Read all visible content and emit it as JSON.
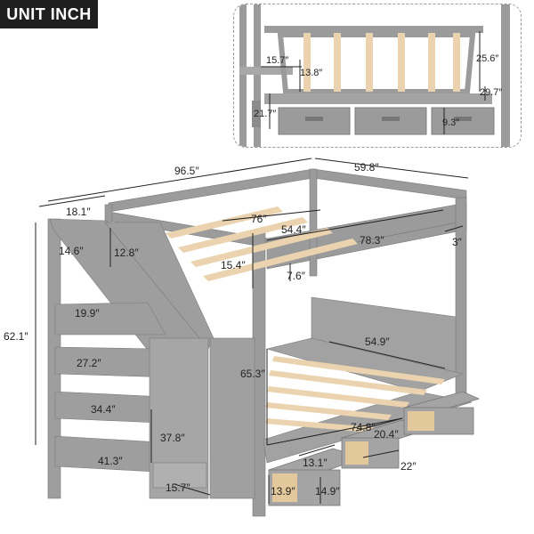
{
  "badge": {
    "label": "UNIT INCH"
  },
  "inset": {
    "dims": {
      "d_15_7": "15.7″",
      "d_13_8": "13.8″",
      "d_25_6": "25.6″",
      "d_29_7": "29.7″",
      "d_21_7": "21.7″",
      "d_9_3": "9.3″"
    }
  },
  "main": {
    "dims": {
      "d_96_5": "96.5″",
      "d_59_8": "59.8″",
      "d_18_1": "18.1″",
      "d_76": "76″",
      "d_54_4": "54.4″",
      "d_78_3": "78.3″",
      "d_3": "3″",
      "d_14_6": "14.6″",
      "d_12_8": "12.8″",
      "d_15_4": "15.4″",
      "d_7_6": "7.6″",
      "d_62_1": "62.1″",
      "d_19_9": "19.9″",
      "d_27_2": "27.2″",
      "d_34_4": "34.4″",
      "d_41_3": "41.3″",
      "d_37_8": "37.8″",
      "d_15_7b": "15.7″",
      "d_54_9": "54.9″",
      "d_65_3": "65.3″",
      "d_74_8": "74.8″",
      "d_20_4": "20.4″",
      "d_22": "22″",
      "d_13_1": "13.1″",
      "d_13_9": "13.9″",
      "d_14_9": "14.9″"
    }
  },
  "colors": {
    "frame": "#9b9b9b",
    "frame_dark": "#7d7d7d",
    "wood": "#ead3ae",
    "line": "#222222"
  }
}
